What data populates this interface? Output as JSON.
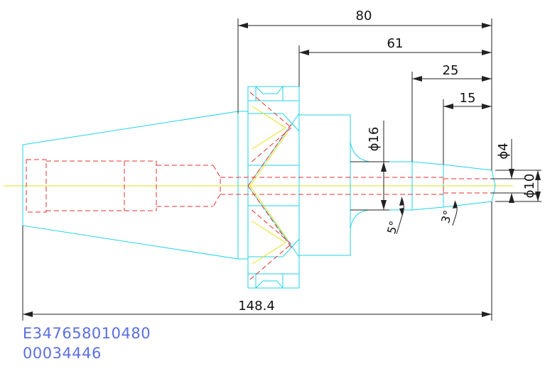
{
  "drawing": {
    "dimensions": {
      "overall_top": "80",
      "body_length": "61",
      "nose_length": "25",
      "tip_length": "15",
      "total_length": "148.4",
      "diameter_body": "ϕ16",
      "diameter_tip": "ϕ4",
      "diameter_tip_outer": "ϕ10",
      "angle_large": "5°",
      "angle_small": "3°"
    },
    "codes": {
      "line1": "E347658010480",
      "line2": "00034446"
    },
    "colors": {
      "outline": "#22d3e6",
      "hidden": "#e8312f",
      "centerline": "#e6e21a",
      "dimension": "#222222",
      "code_text": "#5b6fe0"
    }
  }
}
